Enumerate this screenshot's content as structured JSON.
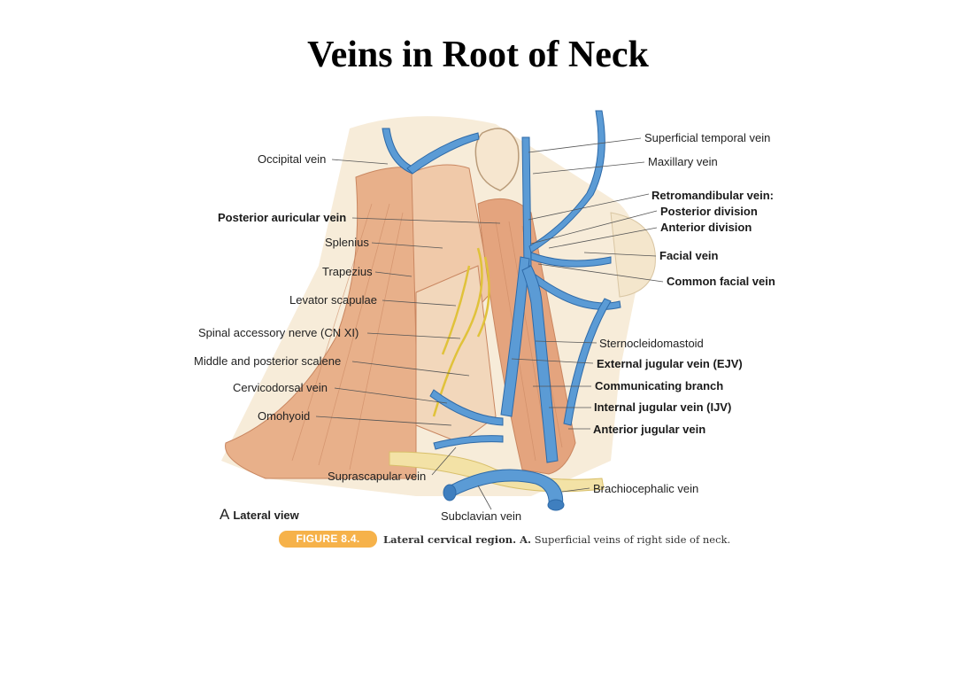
{
  "title": "Veins in Root of Neck",
  "labels_left": {
    "occipital_vein": "Occipital vein",
    "posterior_auricular_vein": "Posterior auricular vein",
    "splenius": "Splenius",
    "trapezius": "Trapezius",
    "levator_scapulae": "Levator scapulae",
    "spinal_accessory_nerve": "Spinal accessory nerve (CN XI)",
    "middle_posterior_scalene": "Middle and posterior scalene",
    "cervicodorsal_vein": "Cervicodorsal vein",
    "omohyoid": "Omohyoid",
    "suprascapular_vein": "Suprascapular vein",
    "subclavian_vein": "Subclavian vein"
  },
  "labels_right": {
    "superficial_temporal_vein": "Superficial temporal vein",
    "maxillary_vein": "Maxillary vein",
    "retromandibular_vein": "Retromandibular vein:",
    "posterior_division": "Posterior division",
    "anterior_division": "Anterior division",
    "facial_vein": "Facial vein",
    "common_facial_vein": "Common facial vein",
    "sternocleidomastoid": "Sternocleidomastoid",
    "external_jugular_vein": "External jugular vein (EJV)",
    "communicating_branch": "Communicating branch",
    "internal_jugular_vein": "Internal jugular vein (IJV)",
    "anterior_jugular_vein": "Anterior jugular vein",
    "brachiocephalic_vein": "Brachiocephalic vein"
  },
  "view": {
    "letter": "A",
    "text": "Lateral view"
  },
  "figure": {
    "badge": "FIGURE 8.4.",
    "caption_bold": "Lateral cervical region. A.",
    "caption_text": "Superficial veins of right side of neck."
  },
  "colors": {
    "vein": "#5b9bd5",
    "vein_outline": "#2e6aa8",
    "muscle": "#e8b08a",
    "muscle_dark": "#c98660",
    "nerve": "#e0c23a",
    "clavicle": "#f3e2a6",
    "badge": "#f6b24a"
  }
}
